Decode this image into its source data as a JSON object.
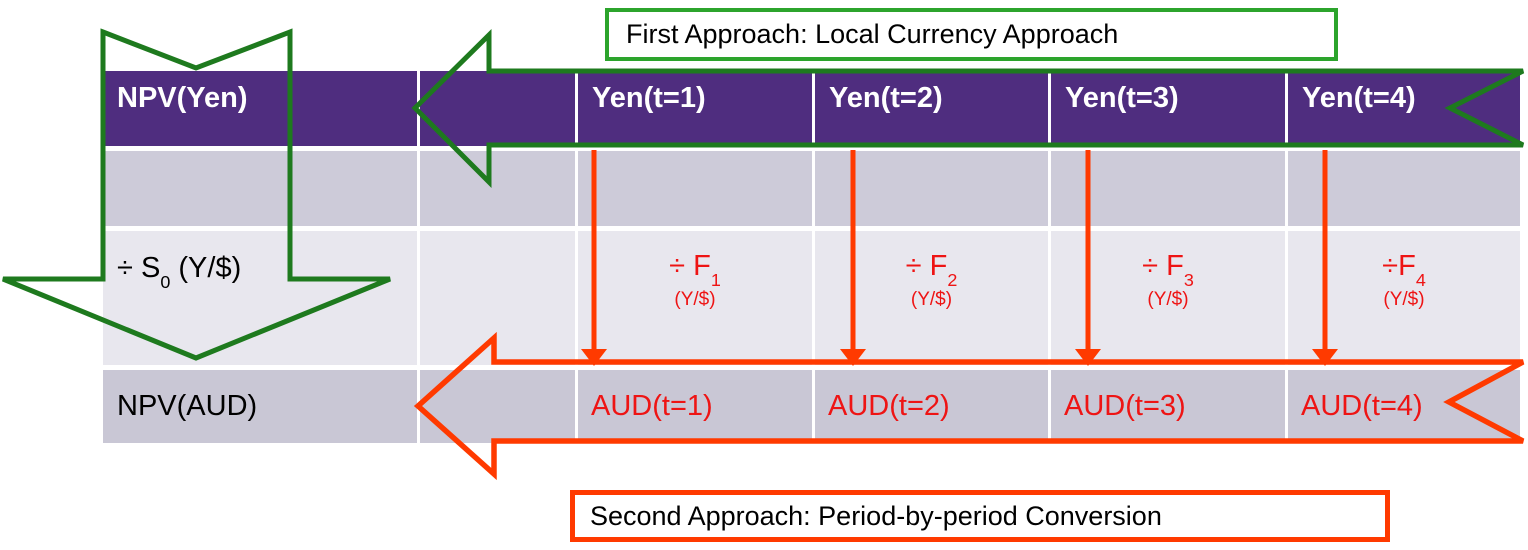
{
  "colors": {
    "header_purple": "#4f2d7f",
    "row_gray": "#cdcbd9",
    "row_gray_dark": "#c9c7d5",
    "row_light": "#e8e7ee",
    "arrow_green": "#1e7a1e",
    "box_green": "#2ca42c",
    "arrow_orange": "#ff3a00",
    "text_red": "#ee1414",
    "header_text": "#ffffff",
    "body_text": "#000000"
  },
  "annotations": {
    "first_approach_label": "First Approach: Local Currency Approach",
    "second_approach_label": "Second Approach: Period-by-period Conversion"
  },
  "table": {
    "header": {
      "npv_yen": "NPV(Yen)",
      "yen_t1": "Yen(t=1)",
      "yen_t2": "Yen(t=2)",
      "yen_t3": "Yen(t=3)",
      "yen_t4": "Yen(t=4)"
    },
    "row_spot": {
      "pre": "÷ S",
      "sub": "0",
      "post": " (Y/$)"
    },
    "row_forwards": [
      {
        "pre": "÷ F",
        "sub": "1",
        "unit": "(Y/$)"
      },
      {
        "pre": "÷ F",
        "sub": "2",
        "unit": "(Y/$)"
      },
      {
        "pre": "÷ F",
        "sub": "3",
        "unit": "(Y/$)"
      },
      {
        "pre": "÷F",
        "sub": "4",
        "unit": "(Y/$)"
      }
    ],
    "row_aud": {
      "npv_aud": "NPV(AUD)",
      "aud_t1": "AUD(t=1)",
      "aud_t2": "AUD(t=2)",
      "aud_t3": "AUD(t=3)",
      "aud_t4": "AUD(t=4)"
    }
  }
}
